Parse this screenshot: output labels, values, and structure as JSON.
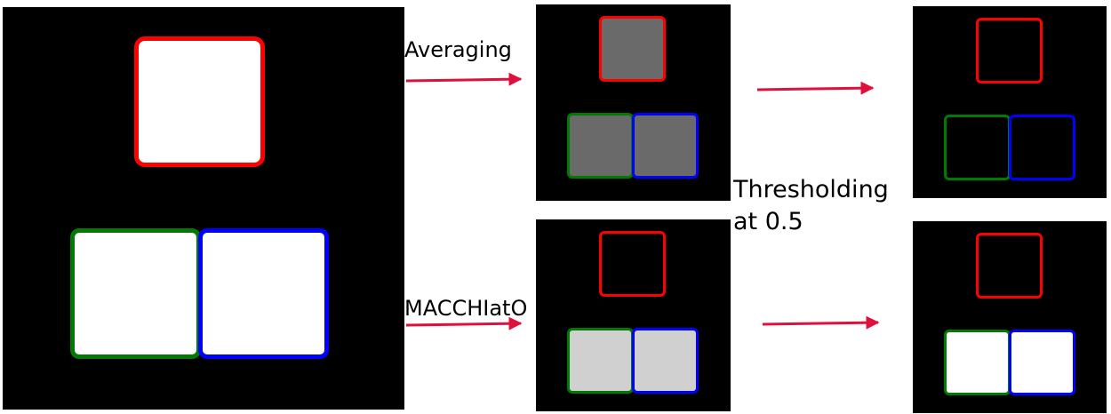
{
  "labels": {
    "averaging": "Averaging",
    "macchiato": "MACCHIatO",
    "thresholding_line1": "Thresholding",
    "thresholding_line2": "at 0.5"
  },
  "colors": {
    "red": "#ff0000",
    "green": "#007a00",
    "blue": "#0000ff",
    "arrow": "#e0103c",
    "background": "#000000",
    "white": "#ffffff",
    "averaged_fill": "#6a6a6a",
    "macchiato_fill": "#d0d0d0"
  },
  "panels": {
    "input": {
      "red_fill": "white",
      "green_fill": "white",
      "blue_fill": "white"
    },
    "averaging_result": {
      "red_fill": "gray",
      "green_fill": "gray",
      "blue_fill": "gray"
    },
    "averaging_thresholded": {
      "red_fill": "none",
      "green_fill": "none",
      "blue_fill": "none"
    },
    "macchiato_result": {
      "red_fill": "none",
      "green_fill": "light",
      "blue_fill": "light"
    },
    "macchiato_thresholded": {
      "red_fill": "none",
      "green_fill": "white",
      "blue_fill": "white"
    }
  }
}
